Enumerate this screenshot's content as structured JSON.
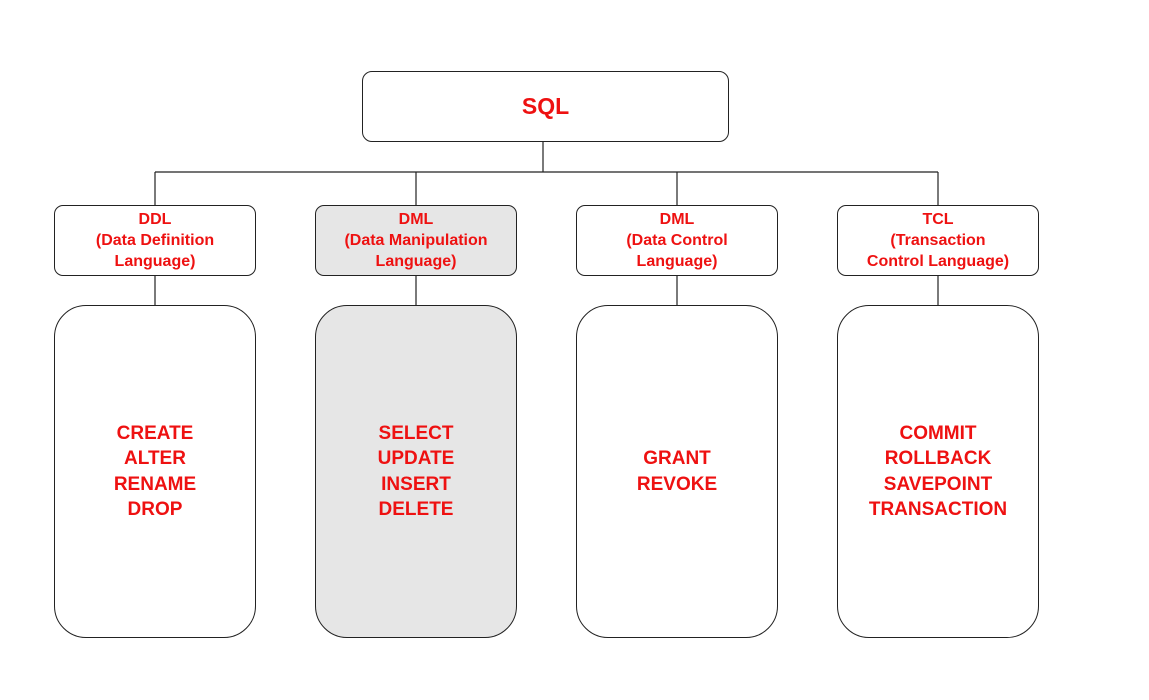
{
  "root": {
    "label": "SQL"
  },
  "categories": [
    {
      "lines": [
        "DDL",
        "(Data Definition",
        "Language)"
      ],
      "commands": [
        "CREATE",
        "ALTER",
        "RENAME",
        "DROP"
      ],
      "highlighted": false
    },
    {
      "lines": [
        "DML",
        "(Data Manipulation",
        "Language)"
      ],
      "commands": [
        "SELECT",
        "UPDATE",
        "INSERT",
        "DELETE"
      ],
      "highlighted": true
    },
    {
      "lines": [
        "DML",
        "(Data Control",
        "Language)"
      ],
      "commands": [
        "GRANT",
        "REVOKE"
      ],
      "highlighted": false
    },
    {
      "lines": [
        "TCL",
        "(Transaction",
        "Control Language)"
      ],
      "commands": [
        "COMMIT",
        "ROLLBACK",
        "SAVEPOINT",
        "TRANSACTION"
      ],
      "highlighted": false
    }
  ],
  "colors": {
    "text": "#ee1111",
    "border": "#222222",
    "highlight_fill": "#e6e6e6"
  }
}
